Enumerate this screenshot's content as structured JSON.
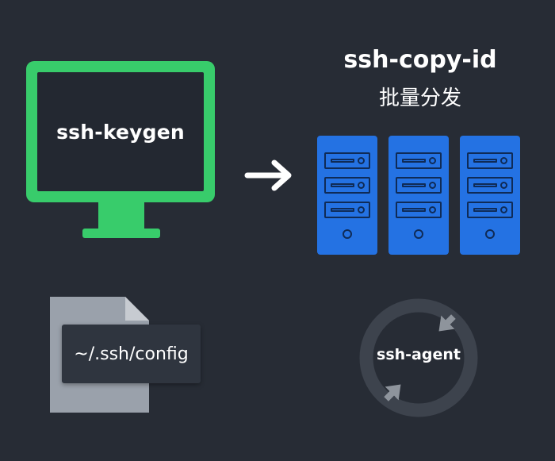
{
  "keygen": {
    "label": "ssh-keygen"
  },
  "copy_id": {
    "title": "ssh-copy-id",
    "subtitle": "批量分发"
  },
  "config": {
    "label": "~/.ssh/config"
  },
  "agent": {
    "label": "ssh-agent"
  },
  "servers": {
    "count": 3,
    "slots_per_server": 3
  },
  "icons": [
    "monitor-icon",
    "right-arrow-icon",
    "server-icon",
    "document-icon",
    "sync-arrows-icon"
  ],
  "colors": {
    "background": "#272c35",
    "monitor": "#38cc6b",
    "server": "#2472e3",
    "server_outline": "#0f2b57",
    "file_back": "#9aa1ab",
    "file_front": "#2f353f",
    "agent_ring": "#3d434d",
    "agent_arrow": "#8e949c"
  }
}
